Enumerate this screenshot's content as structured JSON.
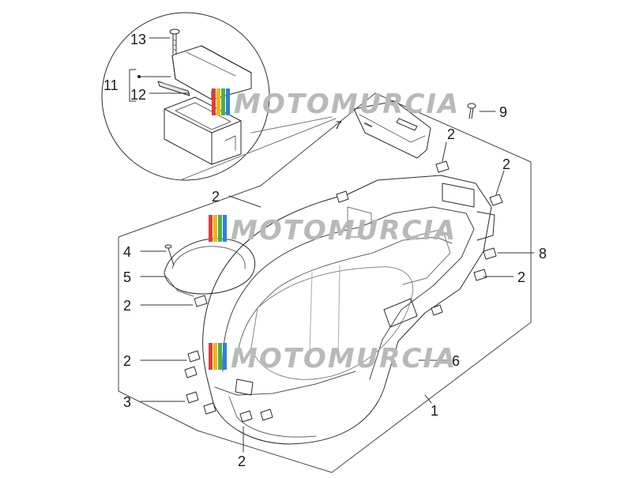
{
  "diagram": {
    "callouts": [
      {
        "id": "c13",
        "label": "13"
      },
      {
        "id": "c11",
        "label": "11"
      },
      {
        "id": "c12",
        "label": "12"
      },
      {
        "id": "c9",
        "label": "9"
      },
      {
        "id": "c2a",
        "label": "2"
      },
      {
        "id": "c2b",
        "label": "2"
      },
      {
        "id": "c2c",
        "label": "2"
      },
      {
        "id": "c4",
        "label": "4"
      },
      {
        "id": "c8",
        "label": "8"
      },
      {
        "id": "c5",
        "label": "5"
      },
      {
        "id": "c2d",
        "label": "2"
      },
      {
        "id": "c2e",
        "label": "2"
      },
      {
        "id": "c2f",
        "label": "2"
      },
      {
        "id": "c6",
        "label": "6"
      },
      {
        "id": "c3",
        "label": "3"
      },
      {
        "id": "c1",
        "label": "1"
      },
      {
        "id": "c2g",
        "label": "2"
      }
    ],
    "inner_label": "7",
    "watermark": "MOTOMURCIA",
    "watermark_colors": [
      "#e23b3b",
      "#f2b705",
      "#4caf50",
      "#2f7fd8"
    ]
  }
}
